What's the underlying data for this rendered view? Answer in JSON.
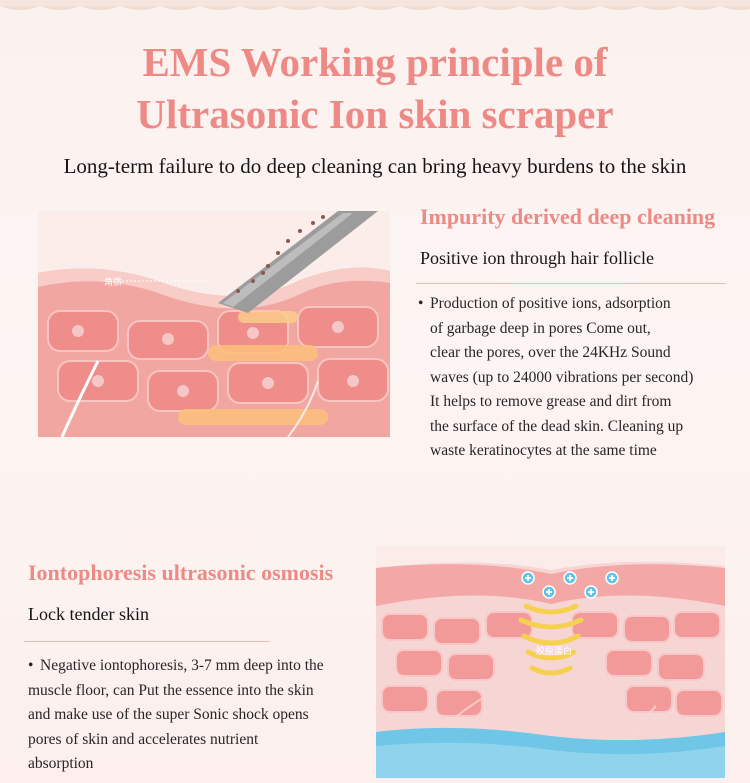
{
  "header": {
    "title_line1": "EMS Working principle of",
    "title_line2": "Ultrasonic Ion skin scraper",
    "subtitle": "Long-term failure to do deep cleaning can bring heavy burdens to the skin"
  },
  "section1": {
    "title": "Impurity derived deep cleaning",
    "subtitle": "Positive ion through hair follicle",
    "bullet": "Production of positive ions, adsorption of garbage deep in pores Come out, clear the pores, over the 24KHz Sound waves (up to 24000 vibrations per second) It helps to remove grease and dirt from the surface of the dead skin. Cleaning up waste keratinocytes at the same time",
    "bullet_lines": [
      "Production of positive ions, adsorption",
      "of garbage deep in pores Come out,",
      "clear the pores, over the 24KHz Sound",
      "waves (up to 24000 vibrations per second)",
      "It helps to remove grease and dirt from",
      "the surface of the dead skin. Cleaning up",
      "waste keratinocytes at the same time"
    ],
    "image_label": "角质"
  },
  "section2": {
    "title": "Iontophoresis ultrasonic osmosis",
    "subtitle": "Lock tender skin",
    "bullet_lines": [
      "Negative iontophoresis, 3-7 mm deep into the",
      "muscle floor, can Put the essence into the skin",
      "and make use of the super Sonic shock opens",
      "pores of skin and accelerates nutrient",
      "absorption"
    ],
    "image_label": "胶原蛋白"
  },
  "colors": {
    "accent": "#ee8a86",
    "skin": "#f3a3a0",
    "cell": "#f59a9a",
    "blue_layer": "#6fc6e6"
  },
  "icons": [
    "bullet-dot-icon",
    "plus-ion-icon"
  ]
}
